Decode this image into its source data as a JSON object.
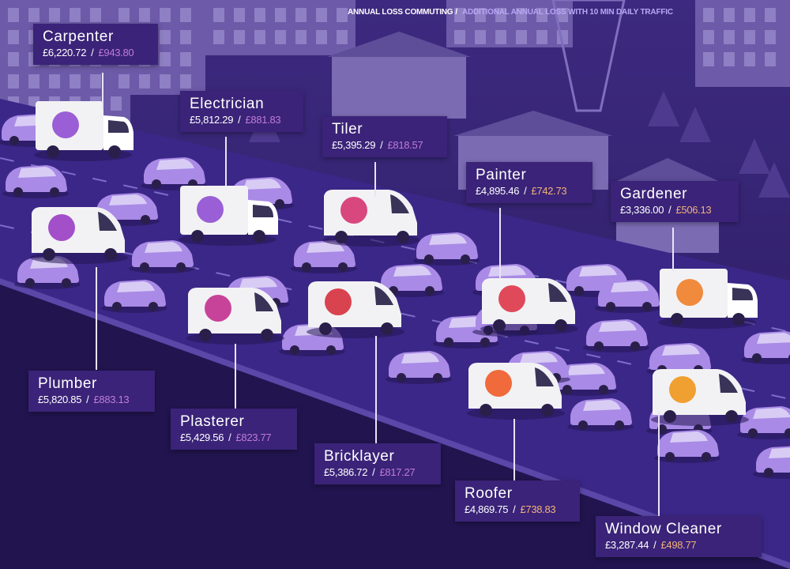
{
  "legend": {
    "commuting_label": "ANNUAL LOSS COMMUTING",
    "traffic_label": "ADDITIONAL ANNUAL LOSS WITH 10 MIN DAILY TRAFFIC",
    "separator": "/"
  },
  "colors": {
    "background": "#2a1a5e",
    "road": "#3b2787",
    "car": "#a98ae6",
    "van": "#f2f2f4",
    "callout_bg": "#3a2378",
    "extra_pink": "#c07bd9",
    "extra_peach": "#f2b27a"
  },
  "trades": [
    {
      "name": "Carpenter",
      "annual_loss": "£6,220.72",
      "traffic_loss": "£943.80",
      "accent": "#9a5fd6",
      "icon": "drill-icon"
    },
    {
      "name": "Electrician",
      "annual_loss": "£5,812.29",
      "traffic_loss": "£881.83",
      "accent": "#9a5fd6",
      "icon": "lightbulb-icon"
    },
    {
      "name": "Tiler",
      "annual_loss": "£5,395.29",
      "traffic_loss": "£818.57",
      "accent": "#d9477f",
      "icon": "trowel-icon"
    },
    {
      "name": "Painter",
      "annual_loss": "£4,895.46",
      "traffic_loss": "£742.73",
      "accent": "#e0495a",
      "icon": "paint-roller-icon"
    },
    {
      "name": "Gardener",
      "annual_loss": "£3,336.00",
      "traffic_loss": "£506.13",
      "accent": "#f08a3c",
      "icon": "boot-icon"
    },
    {
      "name": "Plumber",
      "annual_loss": "£5,820.85",
      "traffic_loss": "£883.13",
      "accent": "#a34fc9",
      "icon": "wrench-icon"
    },
    {
      "name": "Plasterer",
      "annual_loss": "£5,429.56",
      "traffic_loss": "£823.77",
      "accent": "#c7439a",
      "icon": "float-icon"
    },
    {
      "name": "Bricklayer",
      "annual_loss": "£5,386.72",
      "traffic_loss": "£817.27",
      "accent": "#d9434f",
      "icon": "bricks-icon"
    },
    {
      "name": "Roofer",
      "annual_loss": "£4,869.75",
      "traffic_loss": "£738.83",
      "accent": "#f06a3c",
      "icon": "roof-icon"
    },
    {
      "name": "Window Cleaner",
      "annual_loss": "£3,287.44",
      "traffic_loss": "£498.77",
      "accent": "#f0a030",
      "icon": "squeegee-icon"
    }
  ]
}
